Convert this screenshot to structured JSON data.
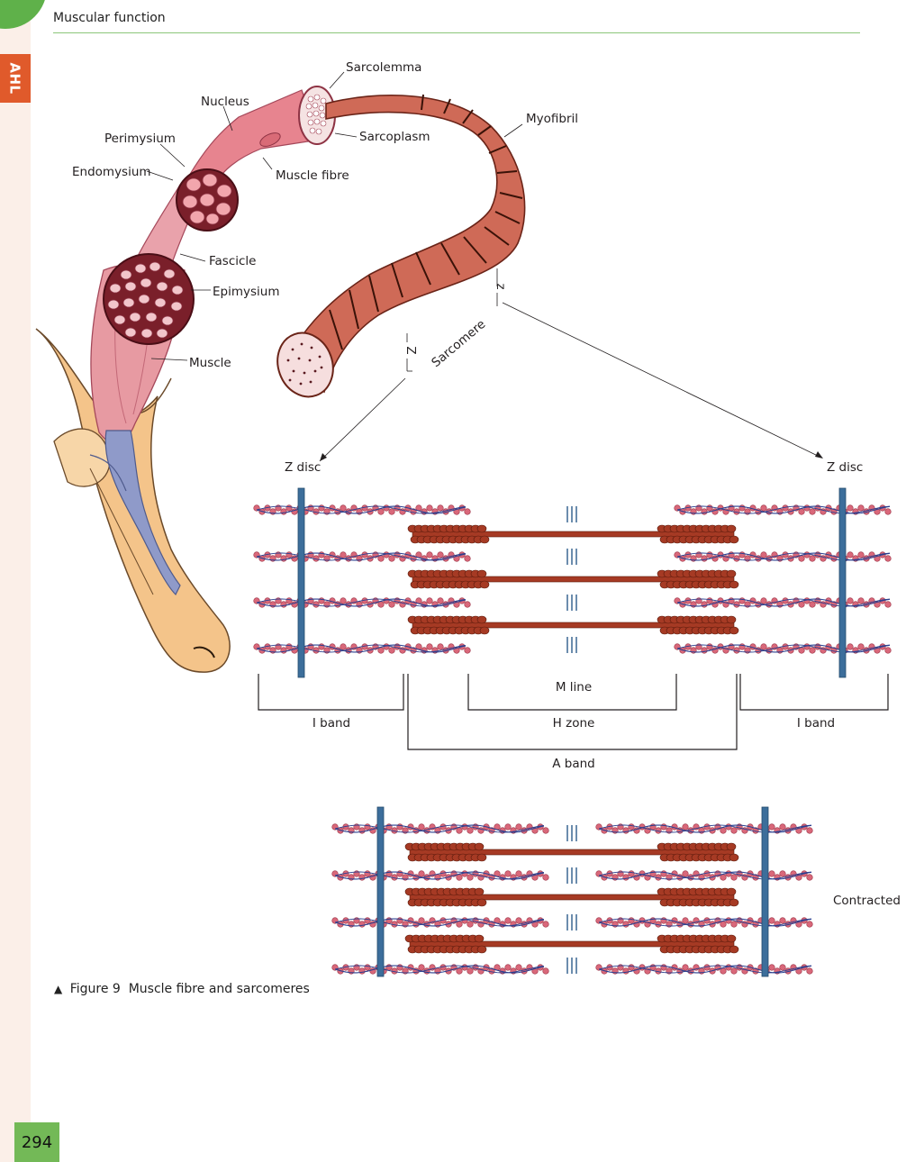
{
  "header": {
    "running_title": "Muscular function",
    "side_tab": "AHL"
  },
  "labels": {
    "sarcolemma": "Sarcolemma",
    "nucleus": "Nucleus",
    "myofibril": "Myofibril",
    "perimysium": "Perimysium",
    "sarcoplasm": "Sarcoplasm",
    "endomysium": "Endomysium",
    "muscle_fibre": "Muscle fibre",
    "fascicle": "Fascicle",
    "epimysium": "Epimysium",
    "muscle": "Muscle",
    "z_upper": "z",
    "z_lower": "Z",
    "sarcomere": "Sarcomere",
    "z_disc_left": "Z disc",
    "z_disc_right": "Z disc",
    "m_line": "M line",
    "i_band_left": "I band",
    "h_zone": "H zone",
    "i_band_right": "I band",
    "a_band": "A band",
    "contracted": "Contracted"
  },
  "caption": {
    "marker": "▲",
    "figure": "Figure 9",
    "text": "Muscle fibre and sarcomeres"
  },
  "page_number": "294",
  "colors": {
    "accent_green": "#5fb14a",
    "tab_orange": "#e05a2b",
    "z_disc_blue": "#3c6e9b",
    "actin_pink": "#d9687a",
    "myosin_brown": "#a63a24",
    "tendon_blue": "#8f9ac9",
    "skin": "#f4c48a"
  }
}
